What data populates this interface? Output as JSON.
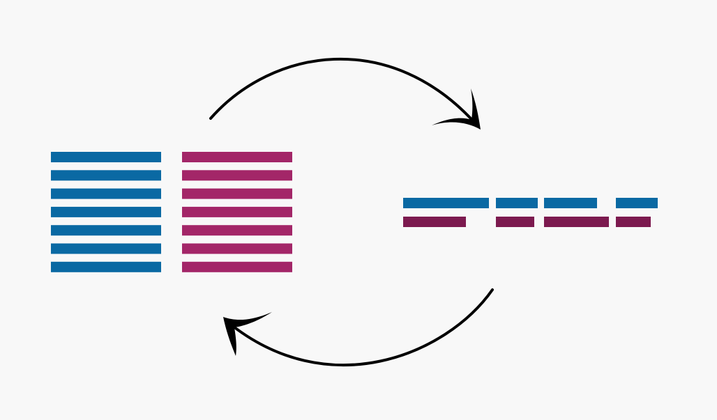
{
  "colors": {
    "background": "#f8f8f8",
    "blue": "#0a69a3",
    "magenta": "#a32668",
    "dark_magenta": "#7c1a4f",
    "arrow": "#000000"
  },
  "left_stacks": [
    {
      "name": "blue-stack",
      "color": "blue",
      "bar_count": 7
    },
    {
      "name": "magenta-stack",
      "color": "magenta",
      "bar_count": 7
    }
  ],
  "right_rows": [
    {
      "name": "blue-row",
      "color": "blue",
      "segment_count": 4
    },
    {
      "name": "magenta-row",
      "color": "dark_magenta",
      "segment_count": 4
    }
  ],
  "arrows": [
    {
      "name": "top-curved-arrow",
      "direction": "clockwise",
      "icon": "curved-arrow-right-icon"
    },
    {
      "name": "bottom-curved-arrow",
      "direction": "clockwise",
      "icon": "curved-arrow-left-icon"
    }
  ]
}
